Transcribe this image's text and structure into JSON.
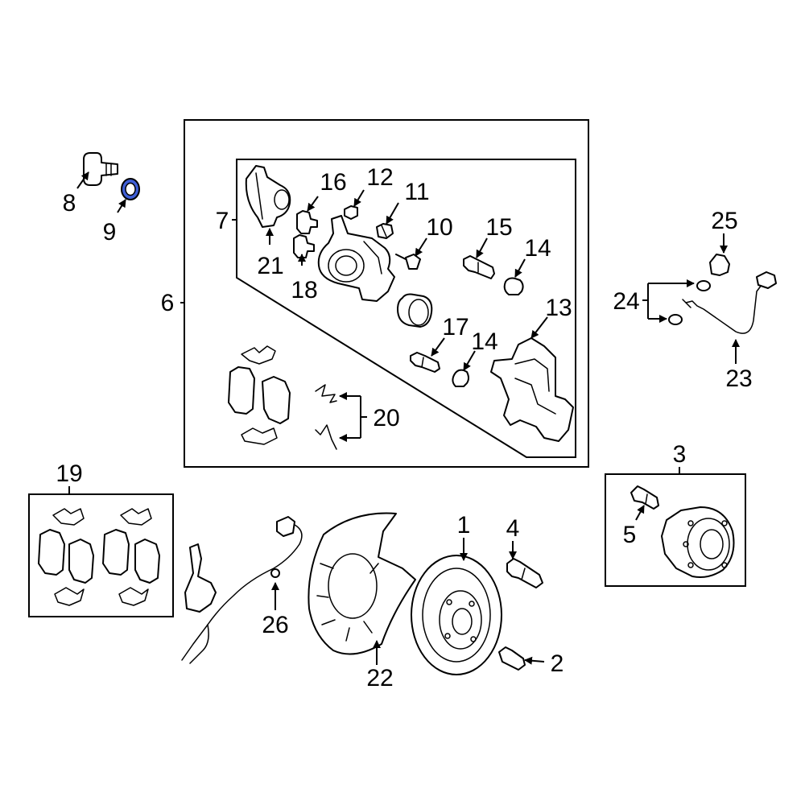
{
  "callouts": {
    "c1": "1",
    "c2": "2",
    "c3": "3",
    "c4": "4",
    "c5": "5",
    "c6": "6",
    "c7": "7",
    "c8": "8",
    "c9": "9",
    "c10": "10",
    "c11": "11",
    "c12": "12",
    "c13": "13",
    "c14a": "14",
    "c14b": "14",
    "c15": "15",
    "c16": "16",
    "c17": "17",
    "c18": "18",
    "c19": "19",
    "c20": "20",
    "c21": "21",
    "c22": "22",
    "c23": "23",
    "c24": "24",
    "c25": "25",
    "c26": "26"
  },
  "colors": {
    "highlight": "#3f5fd6",
    "line": "#000000",
    "background": "#ffffff"
  }
}
